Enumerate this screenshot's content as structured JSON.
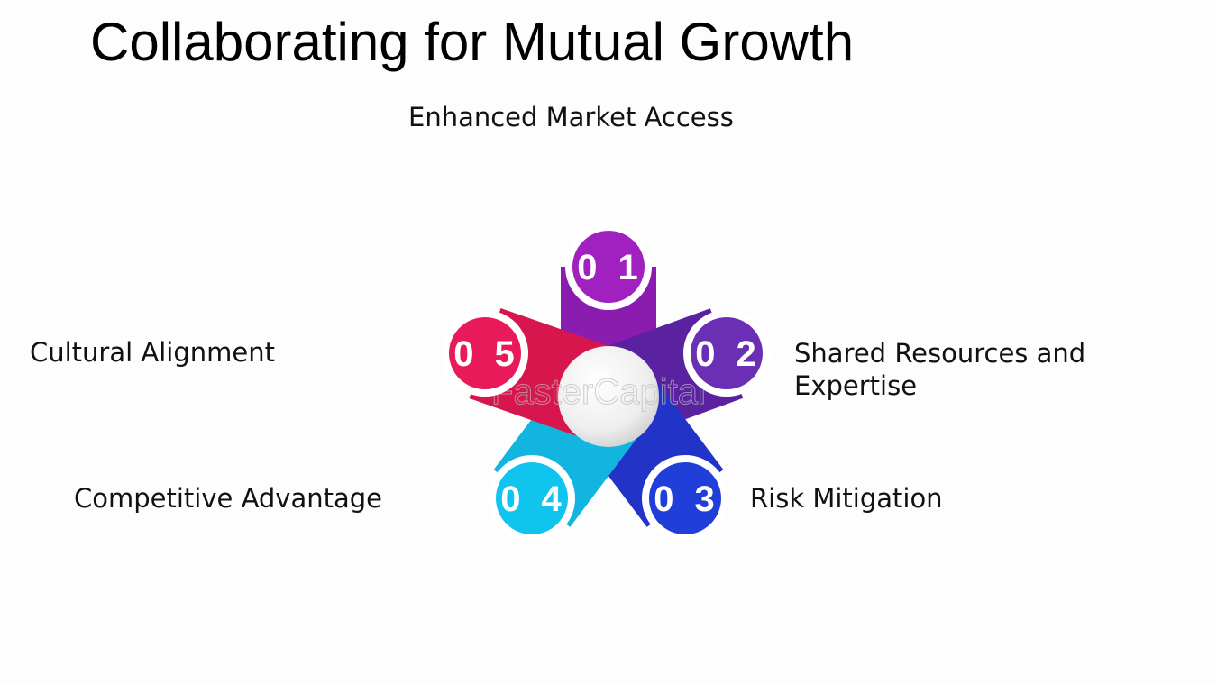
{
  "title": "Collaborating for Mutual Growth",
  "watermark": "FasterCapital",
  "items": [
    {
      "number": "01",
      "label": "Enhanced Market Access",
      "color": "#a020c0",
      "arm": "#8a1cb0"
    },
    {
      "number": "02",
      "label_line1": "Shared Resources and",
      "label_line2": "Expertise",
      "color": "#6a2fb5",
      "arm": "#5a22a0"
    },
    {
      "number": "03",
      "label": "Risk Mitigation",
      "color": "#1f3fd8",
      "arm": "#2234c8"
    },
    {
      "number": "04",
      "label": "Competitive Advantage",
      "color": "#10c4ee",
      "arm": "#12b4e0"
    },
    {
      "number": "05",
      "label": "Cultural Alignment",
      "color": "#e81a5a",
      "arm": "#d8164e"
    }
  ]
}
